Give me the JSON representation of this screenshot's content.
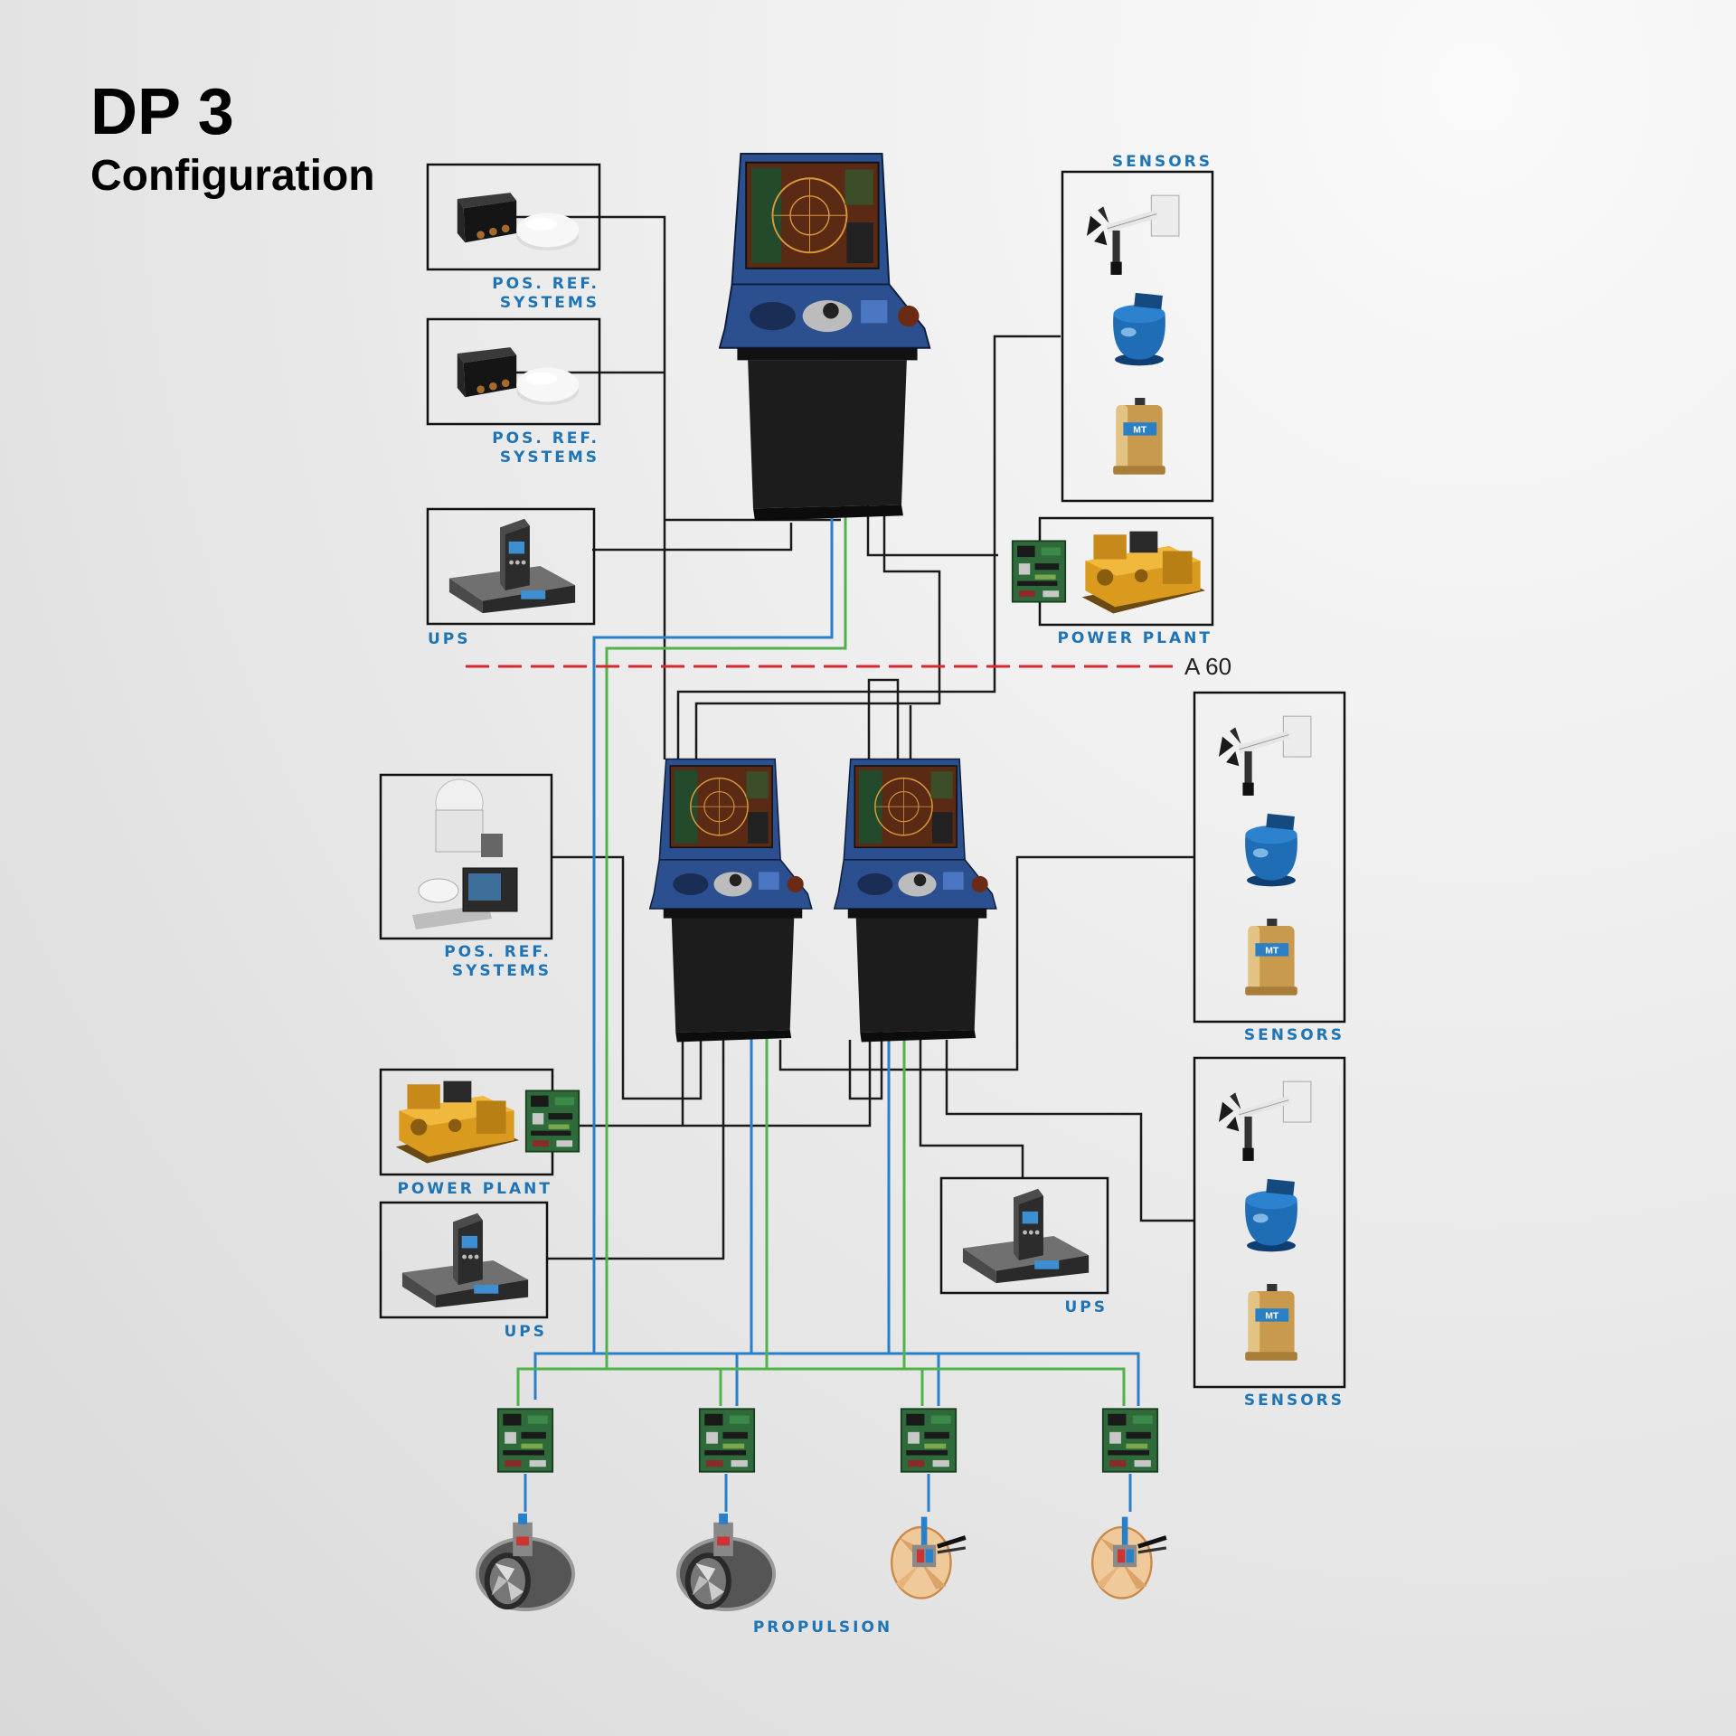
{
  "title": {
    "main": "DP 3",
    "sub": "Configuration"
  },
  "labels": {
    "pos_ref_1": [
      "POS. REF.",
      "SYSTEMS"
    ],
    "pos_ref_2": [
      "POS. REF.",
      "SYSTEMS"
    ],
    "pos_ref_3": [
      "POS. REF.",
      "SYSTEMS"
    ],
    "ups_1": "UPS",
    "ups_2": "UPS",
    "ups_3": "UPS",
    "sensors_1": "SENSORS",
    "sensors_2": "SENSORS",
    "sensors_3": "SENSORS",
    "power_plant_1": "POWER PLANT",
    "power_plant_2": "POWER PLANT",
    "propulsion": "PROPULSION",
    "a60": "A 60"
  },
  "colors": {
    "label_blue": "#1e74b6",
    "wire_black": "#1a1a1a",
    "wire_blue": "#2a7fc9",
    "wire_green": "#4fb34a",
    "a60_line": "#d6282e",
    "console_blue": "#2b4f8f",
    "console_body": "#1c1c1c"
  },
  "icons": [
    "console-icon",
    "gps-receiver-icon",
    "ups-icon",
    "wind-sensor-icon",
    "gyro-compass-icon",
    "motion-sensor-icon",
    "generator-icon",
    "circuit-board-icon",
    "tunnel-thruster-icon",
    "azimuth-thruster-icon"
  ]
}
